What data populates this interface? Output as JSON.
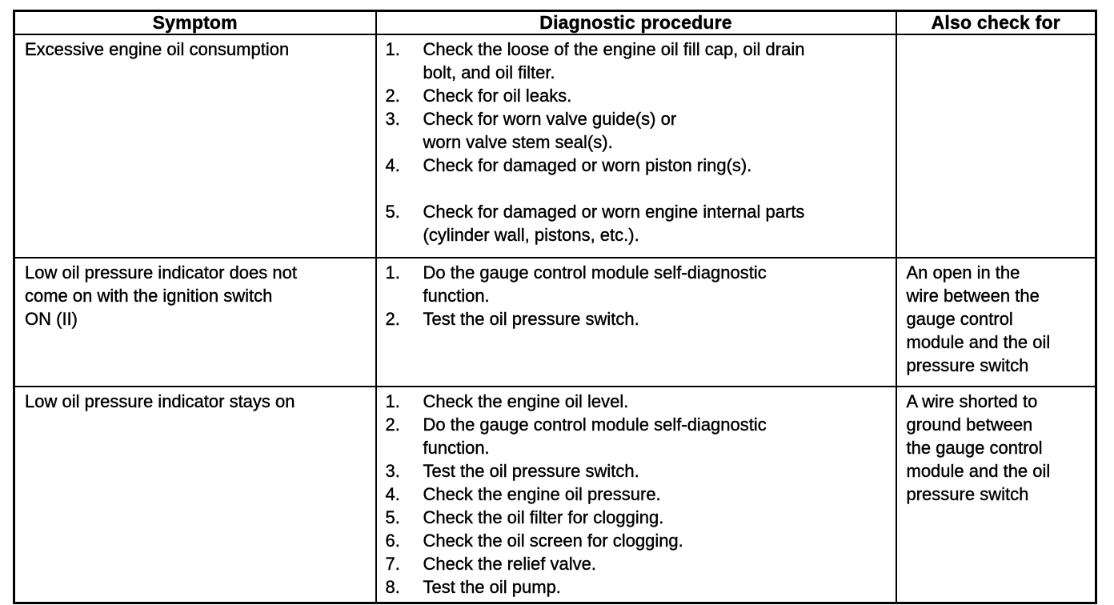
{
  "page": {
    "background_color": "#ffffff",
    "text_color": "#000000",
    "border_color": "#000000"
  },
  "table": {
    "headers": [
      "Symptom",
      "Diagnostic procedure",
      "Also check for"
    ],
    "rows": [
      {
        "symptom": "Excessive engine oil consumption",
        "procedure": [
          {
            "num": "1.",
            "text": "Check the loose of the engine oil fill cap, oil drain\nbolt, and oil filter."
          },
          {
            "num": "2.",
            "text": "Check for oil leaks."
          },
          {
            "num": "3.",
            "text": "Check for worn valve guide(s) or\nworn valve stem seal(s)."
          },
          {
            "num": "4.",
            "text": "Check for damaged or worn piston ring(s)."
          },
          {
            "num": "5.",
            "text": "Check for damaged or worn engine internal parts\n(cylinder wall, pistons, etc.).",
            "gap_before": true
          }
        ],
        "also_check_for": ""
      },
      {
        "symptom": "Low oil pressure indicator does not\ncome on with the ignition switch\nON (II)",
        "procedure": [
          {
            "num": "1.",
            "text": "Do the gauge control module self-diagnostic\nfunction."
          },
          {
            "num": "2.",
            "text": "Test the oil pressure switch."
          }
        ],
        "also_check_for": "An open in the\nwire between the\ngauge control\nmodule and the oil\npressure switch"
      },
      {
        "symptom": "Low oil pressure indicator stays on",
        "procedure": [
          {
            "num": "1.",
            "text": "Check the engine oil level."
          },
          {
            "num": "2.",
            "text": "Do the gauge control module self-diagnostic\nfunction."
          },
          {
            "num": "3.",
            "text": "Test the oil pressure switch."
          },
          {
            "num": "4.",
            "text": "Check the engine oil pressure."
          },
          {
            "num": "5.",
            "text": "Check the oil filter for clogging."
          },
          {
            "num": "6.",
            "text": "Check the oil screen for clogging."
          },
          {
            "num": "7.",
            "text": "Check the relief valve."
          },
          {
            "num": "8.",
            "text": "Test the oil pump."
          }
        ],
        "also_check_for": "A wire shorted to\nground between\nthe gauge control\nmodule and the oil\npressure switch"
      }
    ]
  }
}
